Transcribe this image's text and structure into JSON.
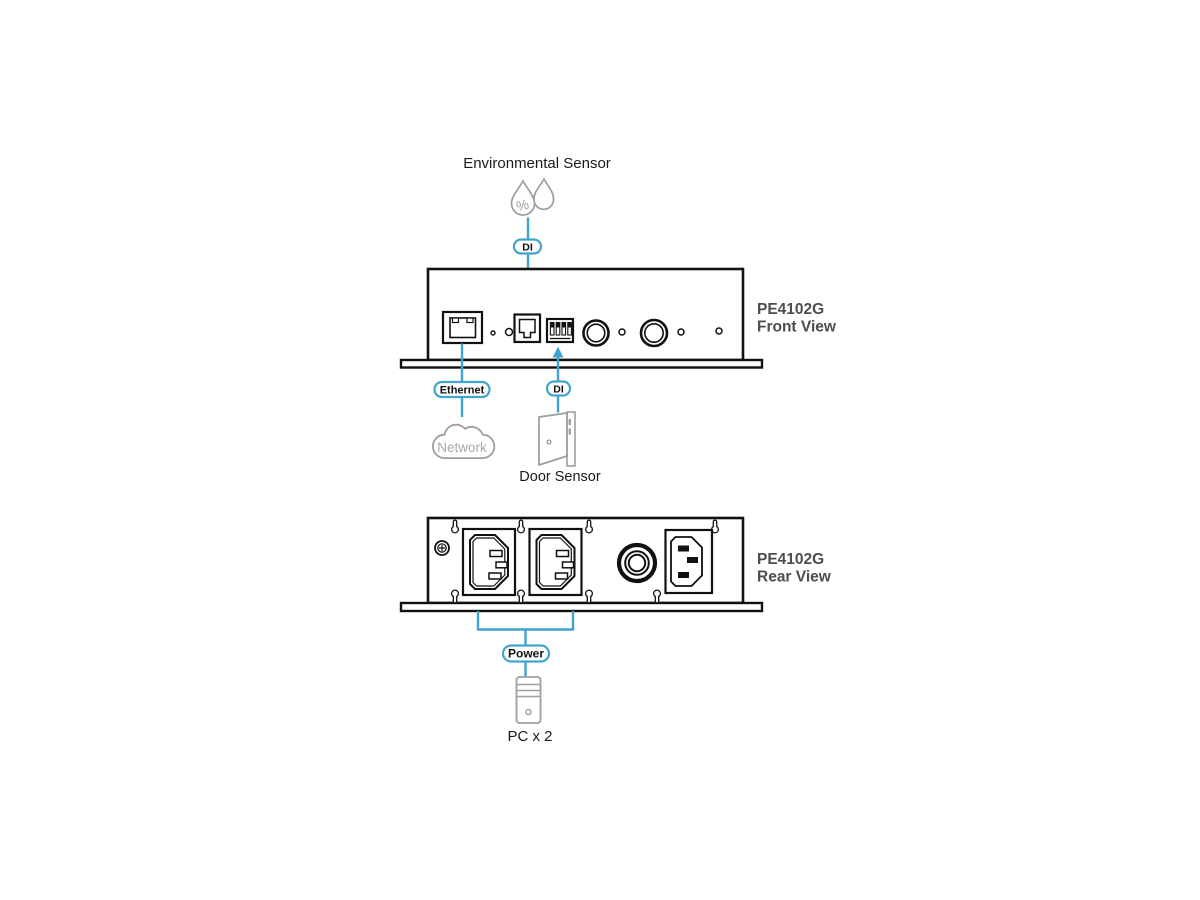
{
  "colors": {
    "accent_blue": "#41A3CF",
    "icon_gray": "#9E9E9E",
    "device_label_gray": "#4D4D4D",
    "text_black": "#1A1A1A",
    "outline_black": "#111111",
    "network_text_gray": "#A8A8A8",
    "background": "#FFFFFF"
  },
  "front": {
    "sensor_label": "Environmental Sensor",
    "sensor_percent_glyph": "%",
    "di_badge_top": "DI",
    "model": "PE4102G",
    "view": "Front View",
    "ethernet_badge": "Ethernet",
    "di_badge_bottom": "DI",
    "network_label": "Network",
    "door_label": "Door Sensor"
  },
  "rear": {
    "model": "PE4102G",
    "view": "Rear View",
    "power_badge": "Power",
    "pc_label": "PC x 2"
  },
  "icons": {
    "environmental-sensor-icon": "two gray water droplets with percent sign",
    "network-cloud-icon": "gray cloud outline",
    "door-sensor-icon": "gray open door with frame and handle",
    "pc-tower-icon": "gray computer tower with drive slots and power button",
    "rj45-port-icon": "ethernet jack outline",
    "rj11-port-icon": "sensor jack outline",
    "di-terminal-icon": "4-pin terminal block",
    "front-button-icon": "double-ring round button",
    "led-icon": "small circle indicator",
    "c13-outlet-icon": "IEC C13 power outlet",
    "c14-inlet-icon": "IEC C14 power inlet with black pins",
    "circuit-breaker-icon": "round push breaker",
    "ground-screw-icon": "grounding screw head",
    "keyhole-mount-icon": "keyhole mounting slot",
    "arrow-icon": "blue connection arrow"
  }
}
